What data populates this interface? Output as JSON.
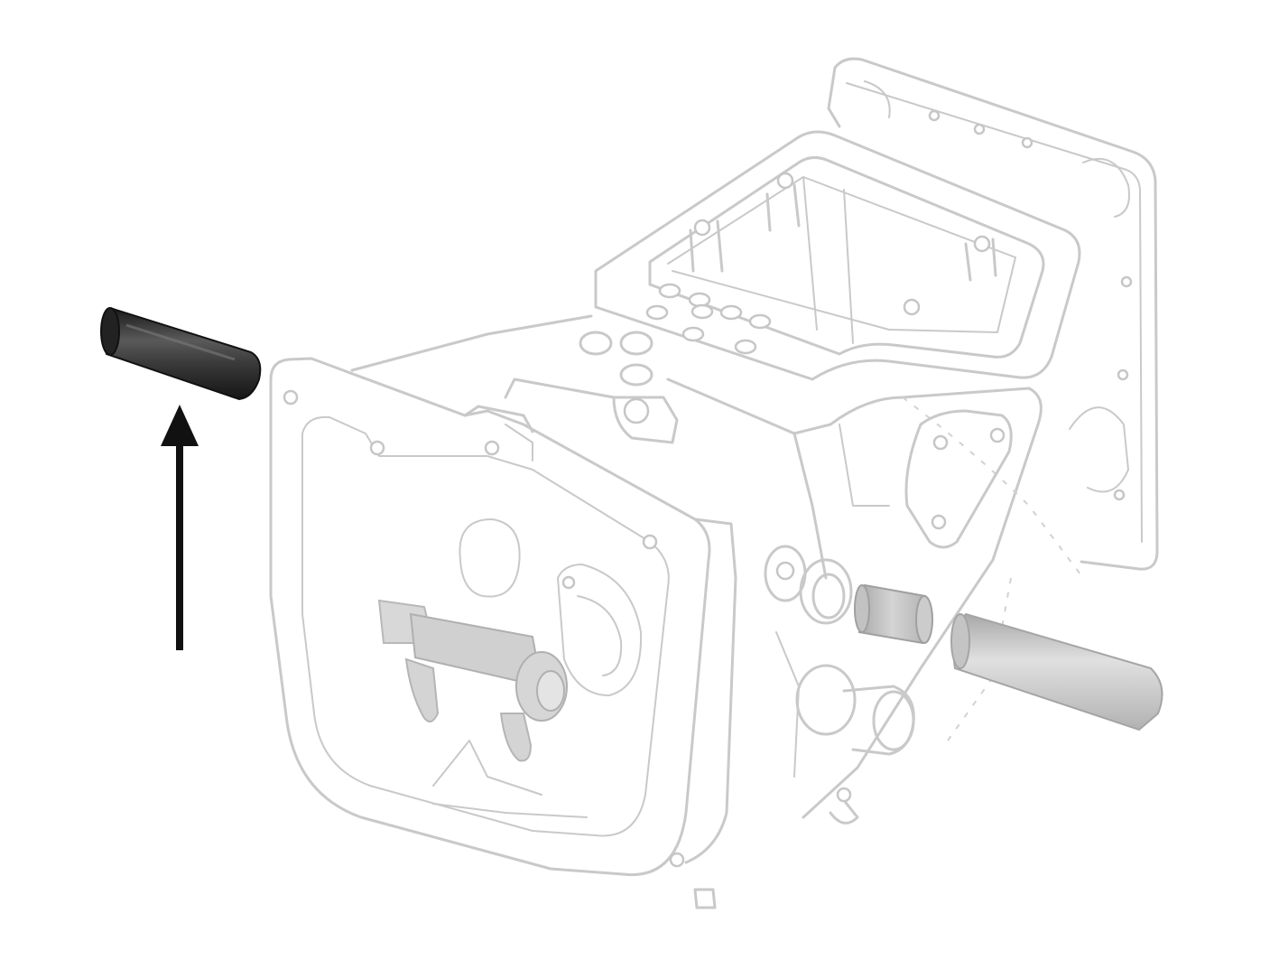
{
  "diagram": {
    "kind": "exploded-parts-illustration",
    "subject_icon": "transmission-case-icon",
    "parts": [
      {
        "id": "dowel-pin",
        "icon": "dowel-pin-icon",
        "highlighted": true
      },
      {
        "id": "bushing",
        "icon": "bushing-icon",
        "highlighted": false
      },
      {
        "id": "shaft",
        "icon": "shaft-icon",
        "highlighted": false
      },
      {
        "id": "shift-fork-assembly",
        "icon": "shift-fork-icon",
        "highlighted": false
      }
    ],
    "indicator": {
      "icon": "arrow-up-icon",
      "direction": "up"
    },
    "colors": {
      "outline": "#c9c9c9",
      "highlight_dark": "#2a2a2a",
      "part_gray": "#bdbdbd",
      "arrow": "#111111",
      "background": "#ffffff"
    }
  }
}
